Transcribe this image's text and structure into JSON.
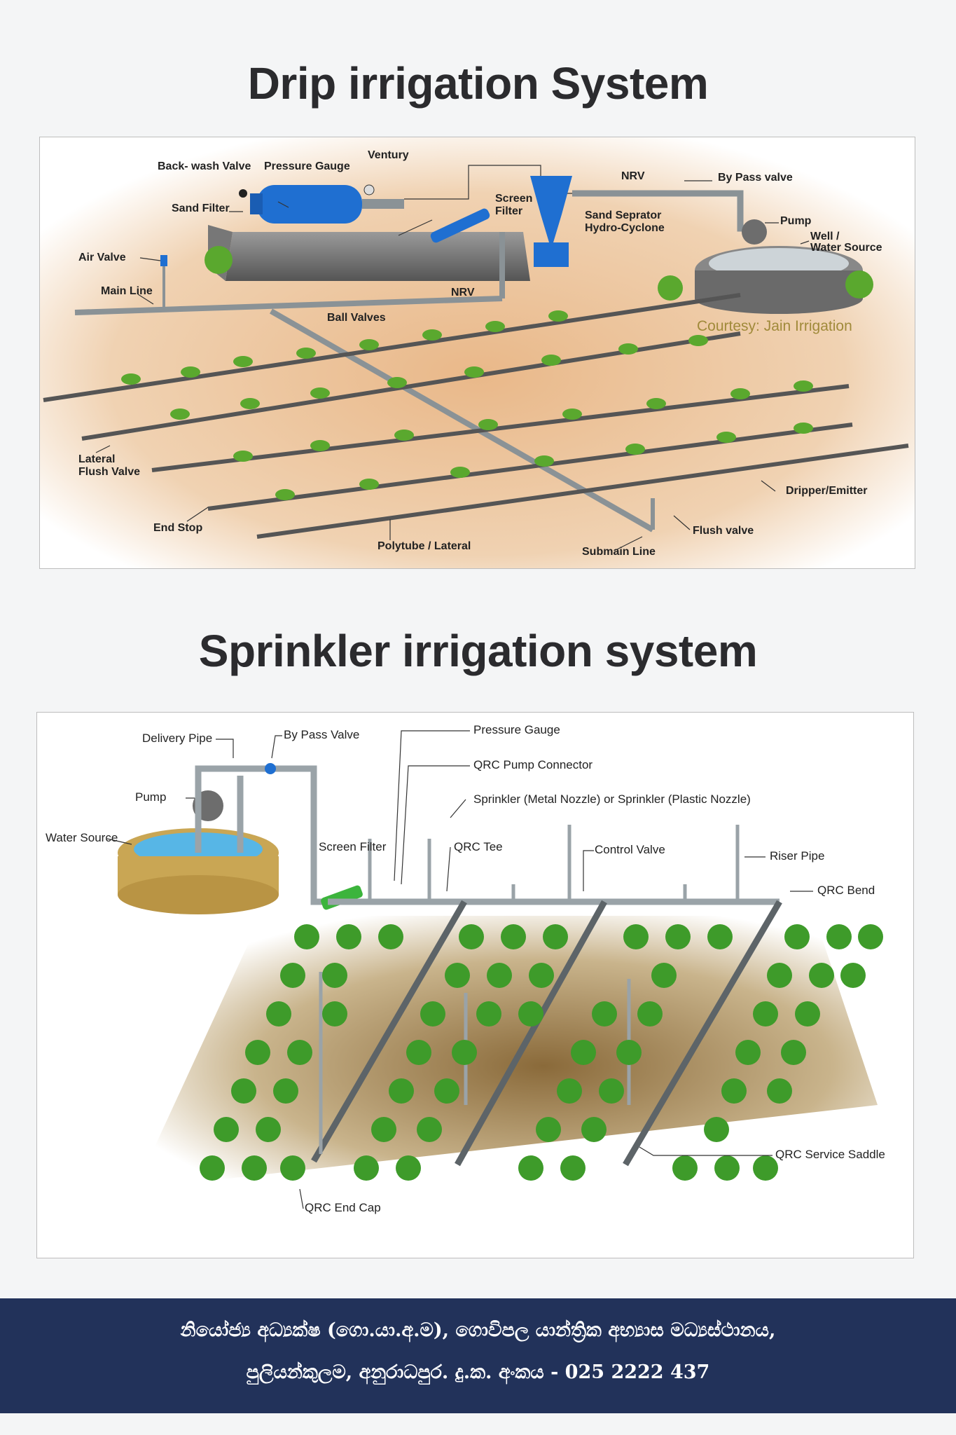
{
  "drip": {
    "title": "Drip irrigation System",
    "labels": {
      "backwash": "Back- wash Valve",
      "pressure_gauge": "Pressure Gauge",
      "ventury": "Ventury",
      "sand_filter": "Sand Filter",
      "screen_filter_1": "Screen",
      "screen_filter_2": "Filter",
      "nrv_top": "NRV",
      "bypass": "By Pass valve",
      "sand_sep_1": "Sand Seprator",
      "sand_sep_2": "Hydro-Cyclone",
      "pump": "Pump",
      "well_1": "Well /",
      "well_2": "Water Source",
      "air_valve": "Air Valve",
      "main_line": "Main Line",
      "nrv_mid": "NRV",
      "ball_valves": "Ball Valves",
      "courtesy": "Courtesy: Jain Irrigation",
      "lateral_1": "Lateral",
      "lateral_2": "Flush Valve",
      "dripper": "Dripper/Emitter",
      "end_stop": "End Stop",
      "flush_valve": "Flush valve",
      "polytube": "Polytube / Lateral",
      "submain": "Submain Line"
    }
  },
  "sprinkler": {
    "title": "Sprinkler irrigation system",
    "labels": {
      "delivery_pipe": "Delivery Pipe",
      "bypass": "By Pass Valve",
      "pressure_gauge": "Pressure Gauge",
      "qrc_pump": "QRC Pump Connector",
      "sprinkler": "Sprinkler (Metal Nozzle) or Sprinkler (Plastic Nozzle)",
      "pump": "Pump",
      "water_source": "Water Source",
      "screen_filter": "Screen Filter",
      "qrc_tee": "QRC Tee",
      "control_valve": "Control Valve",
      "riser_pipe": "Riser Pipe",
      "qrc_bend": "QRC Bend",
      "qrc_saddle": "QRC Service Saddle",
      "qrc_end_cap": "QRC End Cap"
    }
  },
  "footer": {
    "line1": "නියෝජ්‍ය අධ්‍යක්ෂ (ගො.යා.අ.ම), ගොවිපල යාන්ත්‍රික අභ්‍යාස මධ්‍යස්ථානය,",
    "line2": "පුලියන්කුලම, අනුරාධපුර. දු.ක. අංකය - 025 2222 437"
  },
  "colors": {
    "footer_bg": "#22325a",
    "pipe": "#8a9296",
    "soil": "#e7c19a",
    "plant": "#5aa82e",
    "water": "#57b6e6",
    "filter_blue": "#1f6fd1"
  }
}
